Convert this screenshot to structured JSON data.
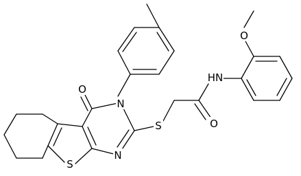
{
  "structure": {
    "bond_color": "#000000",
    "background": "#ffffff",
    "atom_labels": {
      "carbonyl_oxygen_ring": "O",
      "ring_nitrogen_n3": "N",
      "ring_nitrogen_n1": "N",
      "thioether_sulfur": "S",
      "thiophene_sulfur": "S",
      "amide_nitrogen": "HN",
      "amide_oxygen": "O",
      "methoxy_oxygen": "O"
    }
  }
}
